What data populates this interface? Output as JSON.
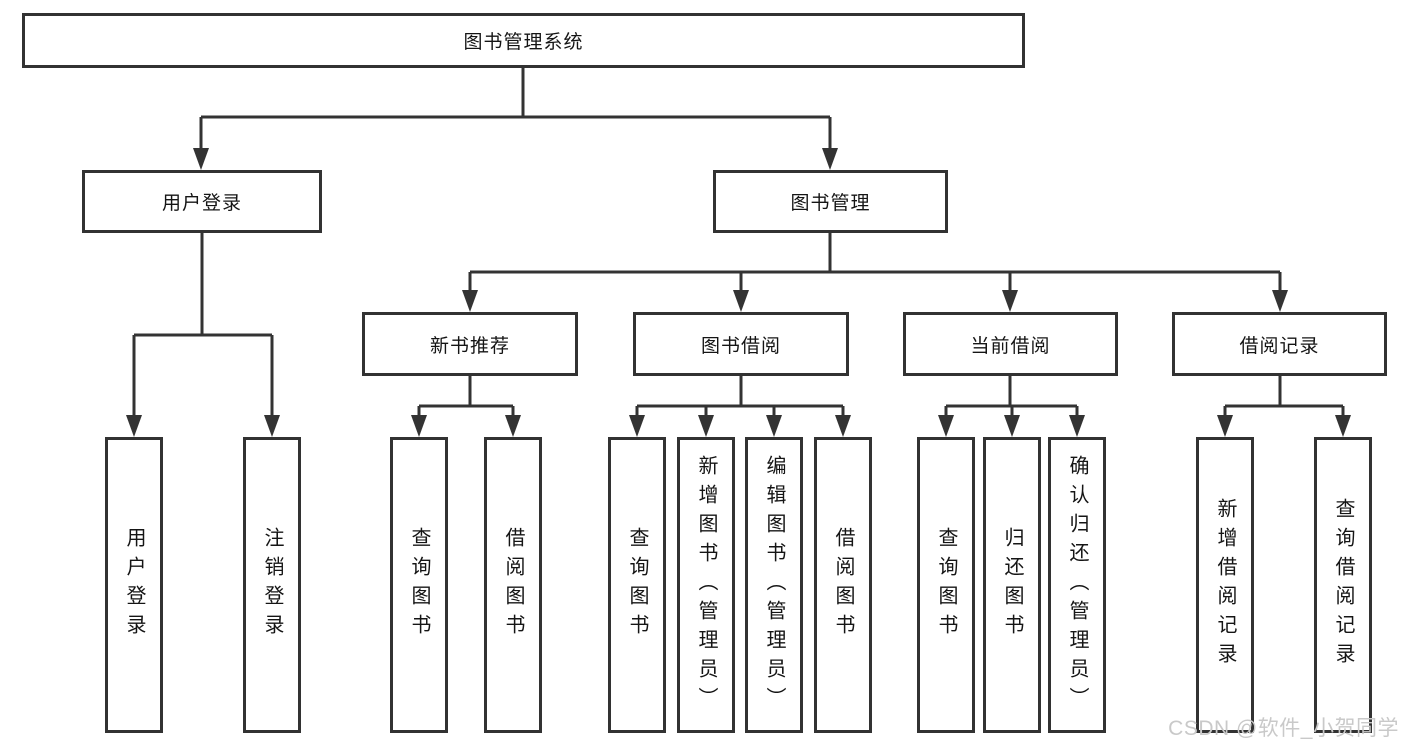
{
  "diagram": {
    "title": "图书管理系统",
    "root": {
      "label": "图书管理系统"
    },
    "branches": [
      {
        "label": "用户登录",
        "children": [
          "用户登录",
          "注销登录"
        ]
      },
      {
        "label": "图书管理",
        "children": [
          {
            "label": "新书推荐",
            "children": [
              "查询图书",
              "借阅图书"
            ]
          },
          {
            "label": "图书借阅",
            "children": [
              "查询图书",
              "新增图书（管理员）",
              "编辑图书（管理员）",
              "借阅图书"
            ]
          },
          {
            "label": "当前借阅",
            "children": [
              "查询图书",
              "归还图书",
              "确认归还（管理员）"
            ]
          },
          {
            "label": "借阅记录",
            "children": [
              "新增借阅记录",
              "查询借阅记录"
            ]
          }
        ]
      }
    ],
    "line_color": "#333333",
    "box_border_color": "#323232",
    "text_color": "#151515"
  },
  "watermark": {
    "text": "CSDN @软件_小贺同学",
    "color": "#c9c9c9"
  }
}
